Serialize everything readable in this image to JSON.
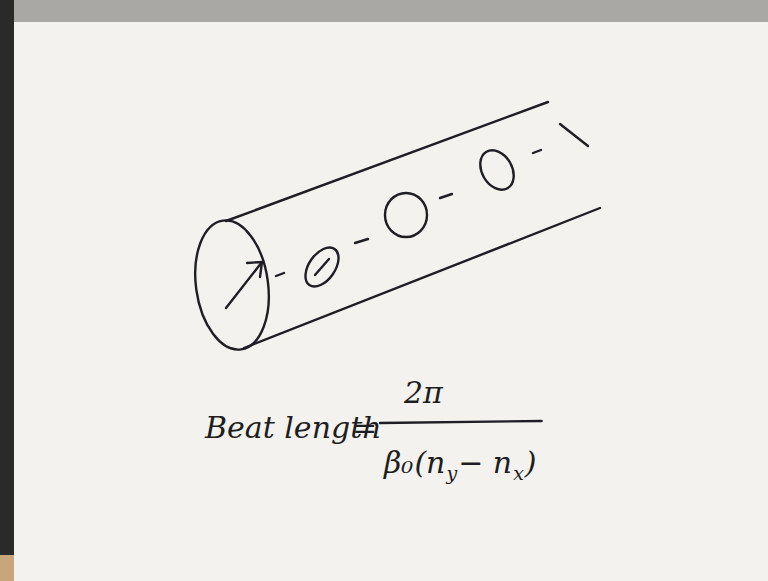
{
  "diagram": {
    "labels": [
      "Beat length",
      "=",
      "2π",
      "β₀",
      "(n",
      "y",
      "− n",
      "x",
      ")"
    ]
  }
}
